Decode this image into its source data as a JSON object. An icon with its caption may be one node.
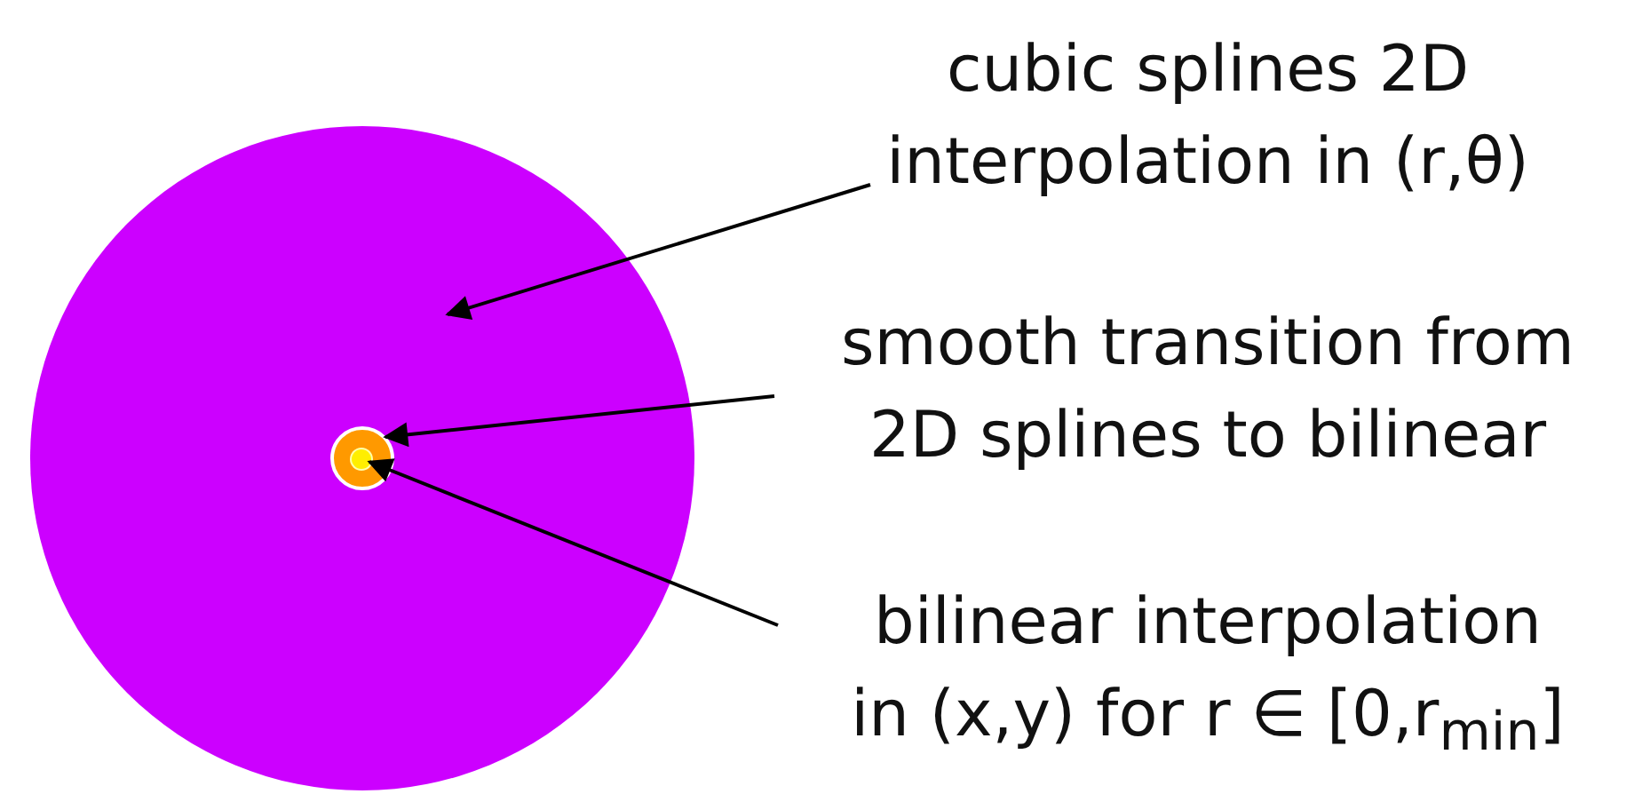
{
  "diagram": {
    "nodes": [
      {
        "text": [
          "cubic splines 2D interpolation in (r,θ)"
        ]
      },
      {
        "text": [
          "smooth transition from 2D splines to bilinear"
        ]
      },
      {
        "text": [
          "bilinear interpolation in (x,y) for r ∈ [0,r$_{min}$]"
        ]
      },
      {
        "text": [],
        "shape": "circle"
      },
      {
        "text": [],
        "shape": "circle",
        "in": 3
      },
      {
        "text": [],
        "shape": "circle",
        "in": 4
      }
    ],
    "edges": [
      {
        "from": 0,
        "to": 3,
        "arrow": "to"
      },
      {
        "from": 1,
        "to": 4,
        "arrow": "to"
      },
      {
        "from": 2,
        "to": 5,
        "arrow": "to"
      }
    ]
  }
}
